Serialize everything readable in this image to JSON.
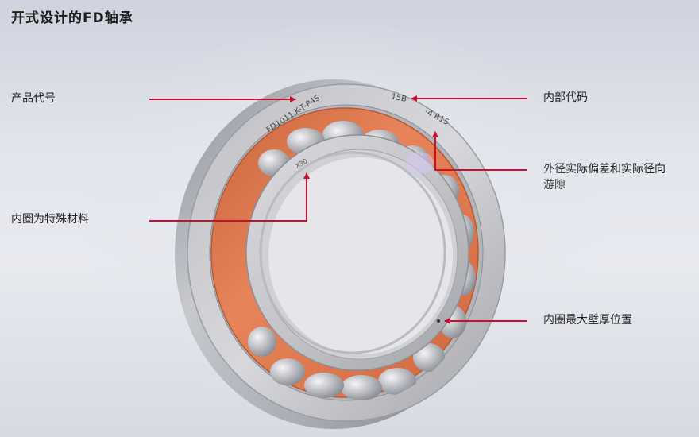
{
  "title": "开式设计的FD轴承",
  "labels": {
    "product_code": "产品代号",
    "inner_ring_material": "内圈为特殊材料",
    "internal_code": "内部代码",
    "clearance_line1": "外径实际偏差和实际径向",
    "clearance_line2": "游隙",
    "max_wall_position": "内圈最大壁厚位置"
  },
  "ring_markings": {
    "outer_left": "FD1011.K-T-P4S",
    "outer_right_1": "15B",
    "outer_right_2": "-4 R15",
    "inner": "X30"
  },
  "colors": {
    "arrow": "#c8102e",
    "cage": "#e07a4e",
    "ring": "#b4b6bc"
  }
}
